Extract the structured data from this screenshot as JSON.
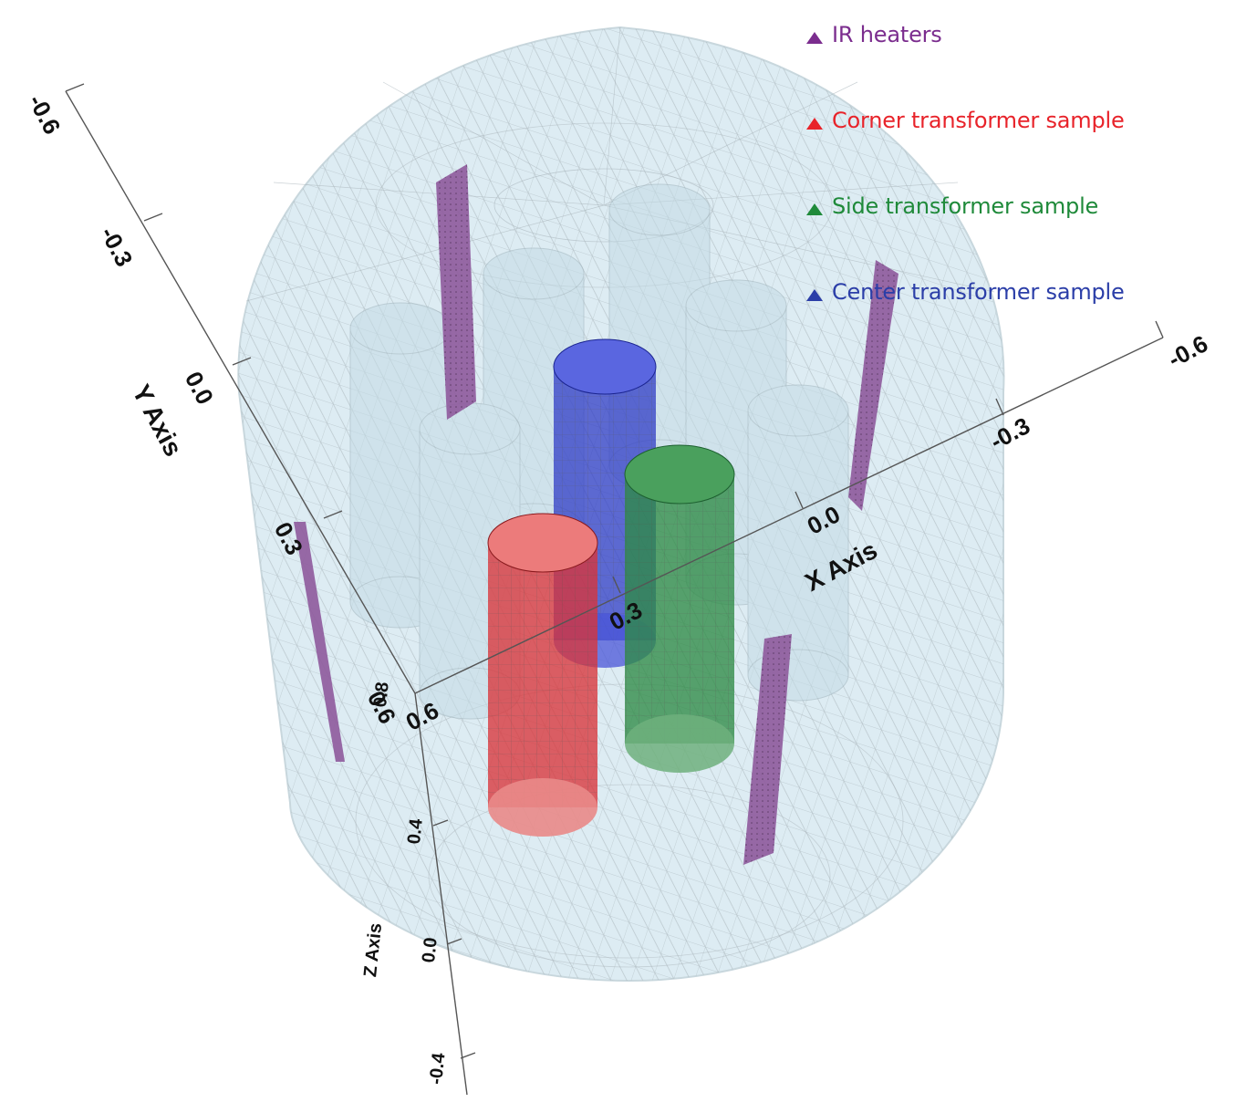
{
  "legend": {
    "items": [
      {
        "label": "IR heaters",
        "color": "#7b2d8e",
        "icon": "triangle-marker"
      },
      {
        "label": "Corner transformer sample",
        "color": "#e8232a",
        "icon": "triangle-marker"
      },
      {
        "label": "Side transformer sample",
        "color": "#1f8a3a",
        "icon": "triangle-marker"
      },
      {
        "label": "Center transformer sample",
        "color": "#2b3ea8",
        "icon": "triangle-marker"
      }
    ]
  },
  "axes": {
    "x": {
      "title": "X Axis",
      "ticks": [
        "-0.6",
        "-0.3",
        "0.0",
        "0.3",
        "0.6"
      ]
    },
    "y": {
      "title": "Y Axis",
      "ticks": [
        "-0.6",
        "-0.3",
        "0.0",
        "0.3",
        "0.6"
      ]
    },
    "z": {
      "title": "Z Axis",
      "ticks": [
        "0.8",
        "0.4",
        "0.0",
        "-0.4"
      ]
    }
  },
  "colors": {
    "vessel_fill": "#dcecf3",
    "mesh_line": "#9aa6ad",
    "empty_cylinder": "#c4dbe5",
    "corner_cylinder": "#d9343a",
    "side_cylinder": "#2e8b45",
    "center_cylinder": "#2a36c4",
    "heater_panel": "#8e5a9c"
  }
}
